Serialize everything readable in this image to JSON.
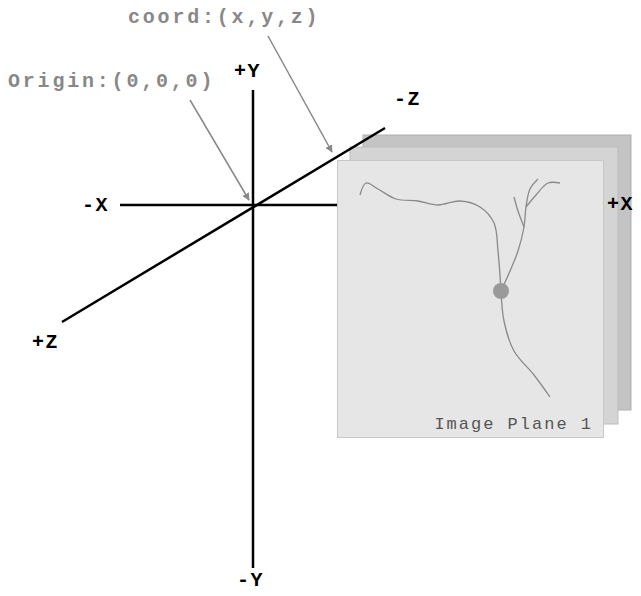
{
  "diagram": {
    "nodes": [
      {
        "text": [
          "Image Plane 1"
        ]
      }
    ],
    "labels": [
      "coord:(x,y,z)",
      "Origin:(0,0,0)",
      "+Y",
      "-Z",
      "-X",
      "+X",
      "+Z",
      "-Y"
    ]
  }
}
